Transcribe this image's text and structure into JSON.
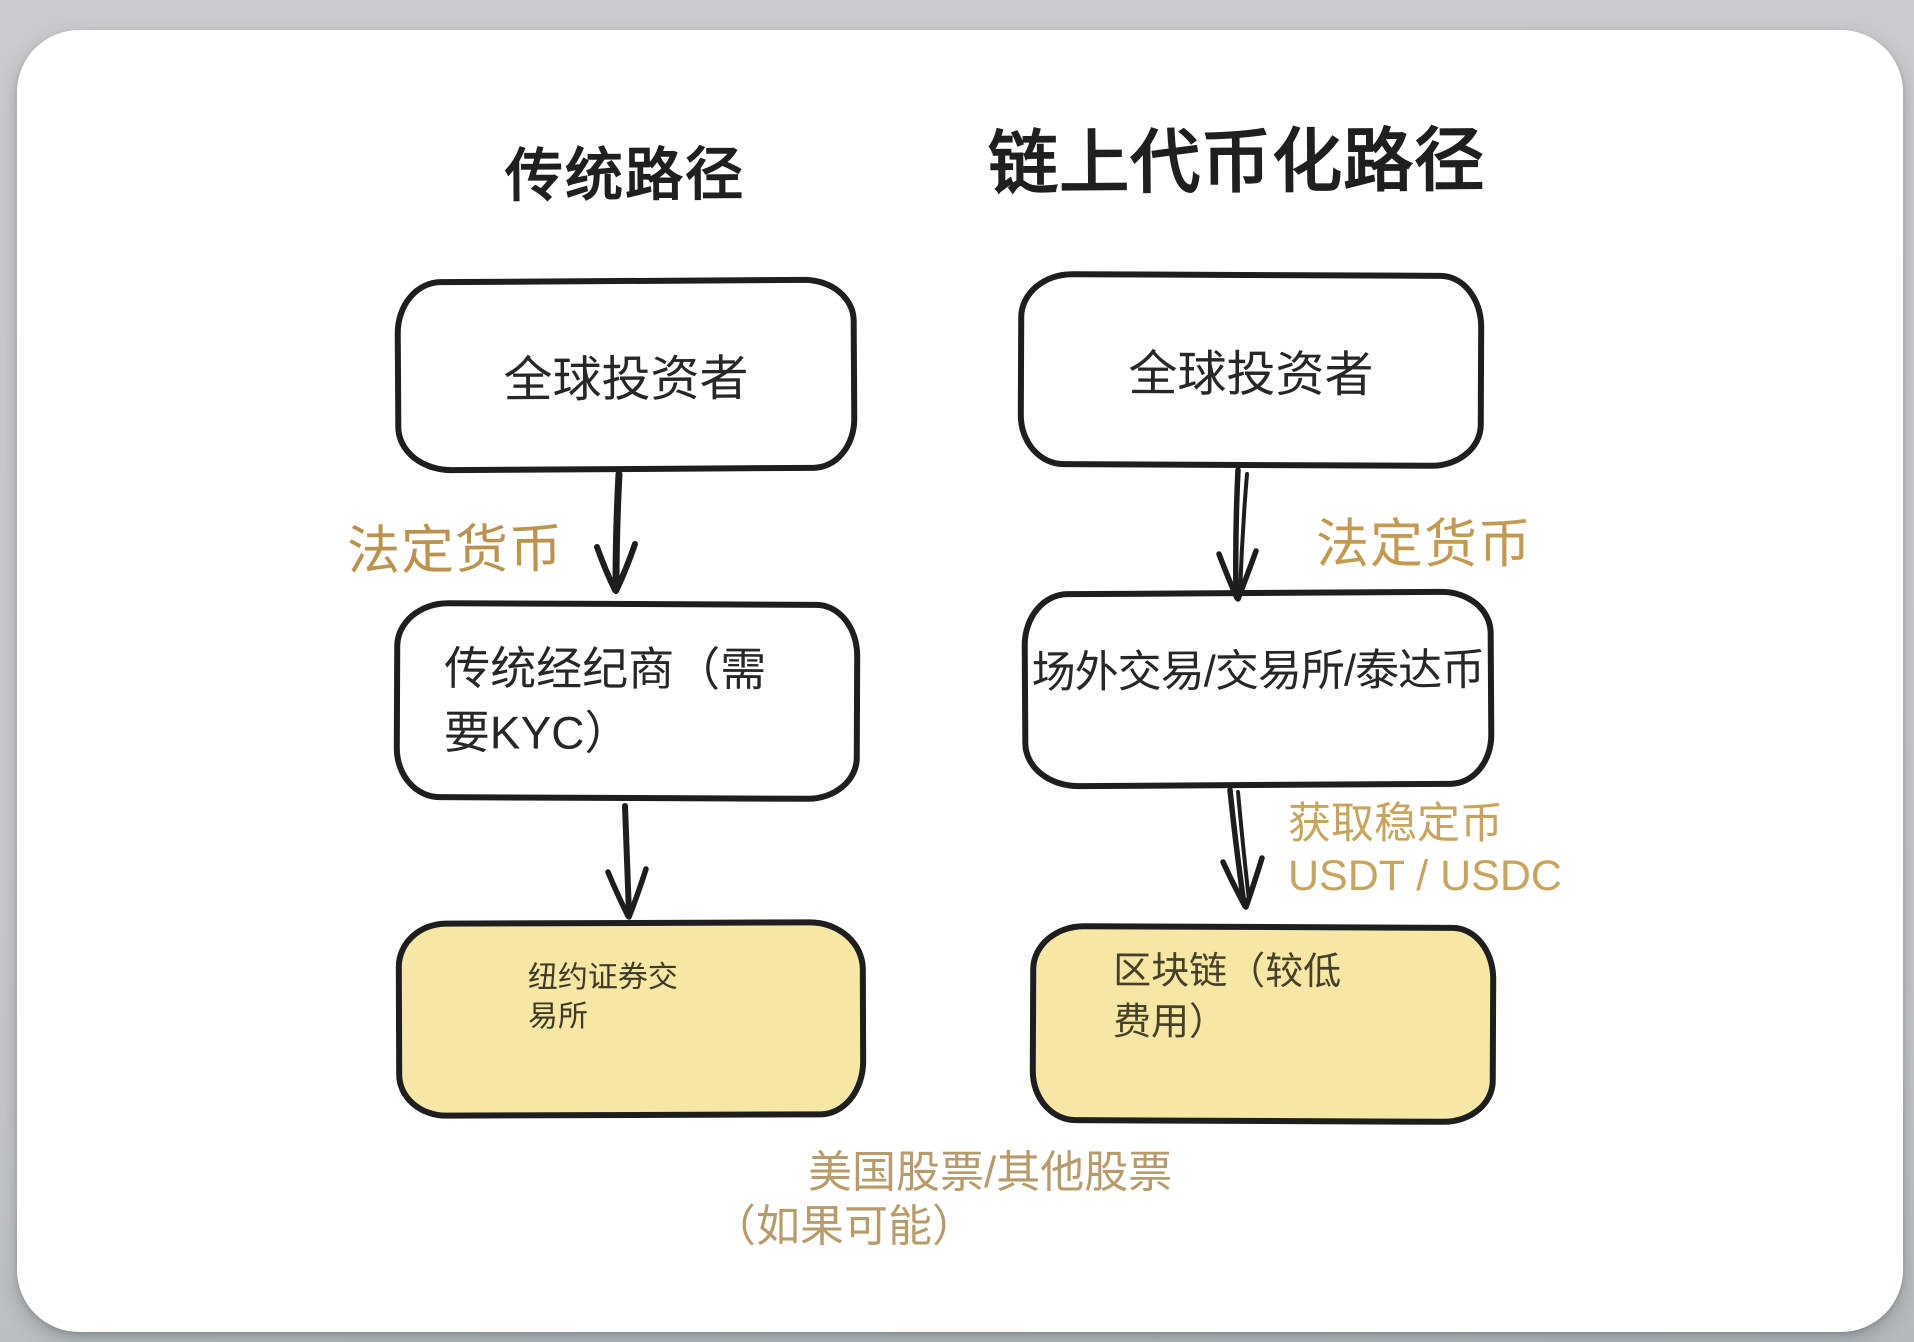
{
  "page": {
    "background_color": "#c8cacc",
    "card_color": "#ffffff",
    "node_border_color": "#1e1e1e",
    "yellow_node_fill": "#f6e7a4",
    "gold_label_color": "#bf9a52",
    "footnote_color": "#b79b6a"
  },
  "left_column": {
    "title": "传统路径",
    "node_investors": "全球投资者",
    "edge_label_fiat": "法定货币",
    "node_broker_line1": "传统经纪商（需",
    "node_broker_line2": "要KYC）",
    "node_exchange_line1": "纽约证券交",
    "node_exchange_line2": "易所",
    "footnote_line1": "美国股票/其他股票",
    "footnote_line2": "（如果可能）"
  },
  "right_column": {
    "title": "链上代币化路径",
    "node_investors": "全球投资者",
    "edge_label_fiat": "法定货币",
    "node_otc": "场外交易/交易所/泰达币",
    "edge_label_stablecoin_line1": "获取稳定币",
    "edge_label_stablecoin_line2": "USDT / USDC",
    "node_blockchain_line1": "区块链（较低",
    "node_blockchain_line2": "费用）"
  }
}
